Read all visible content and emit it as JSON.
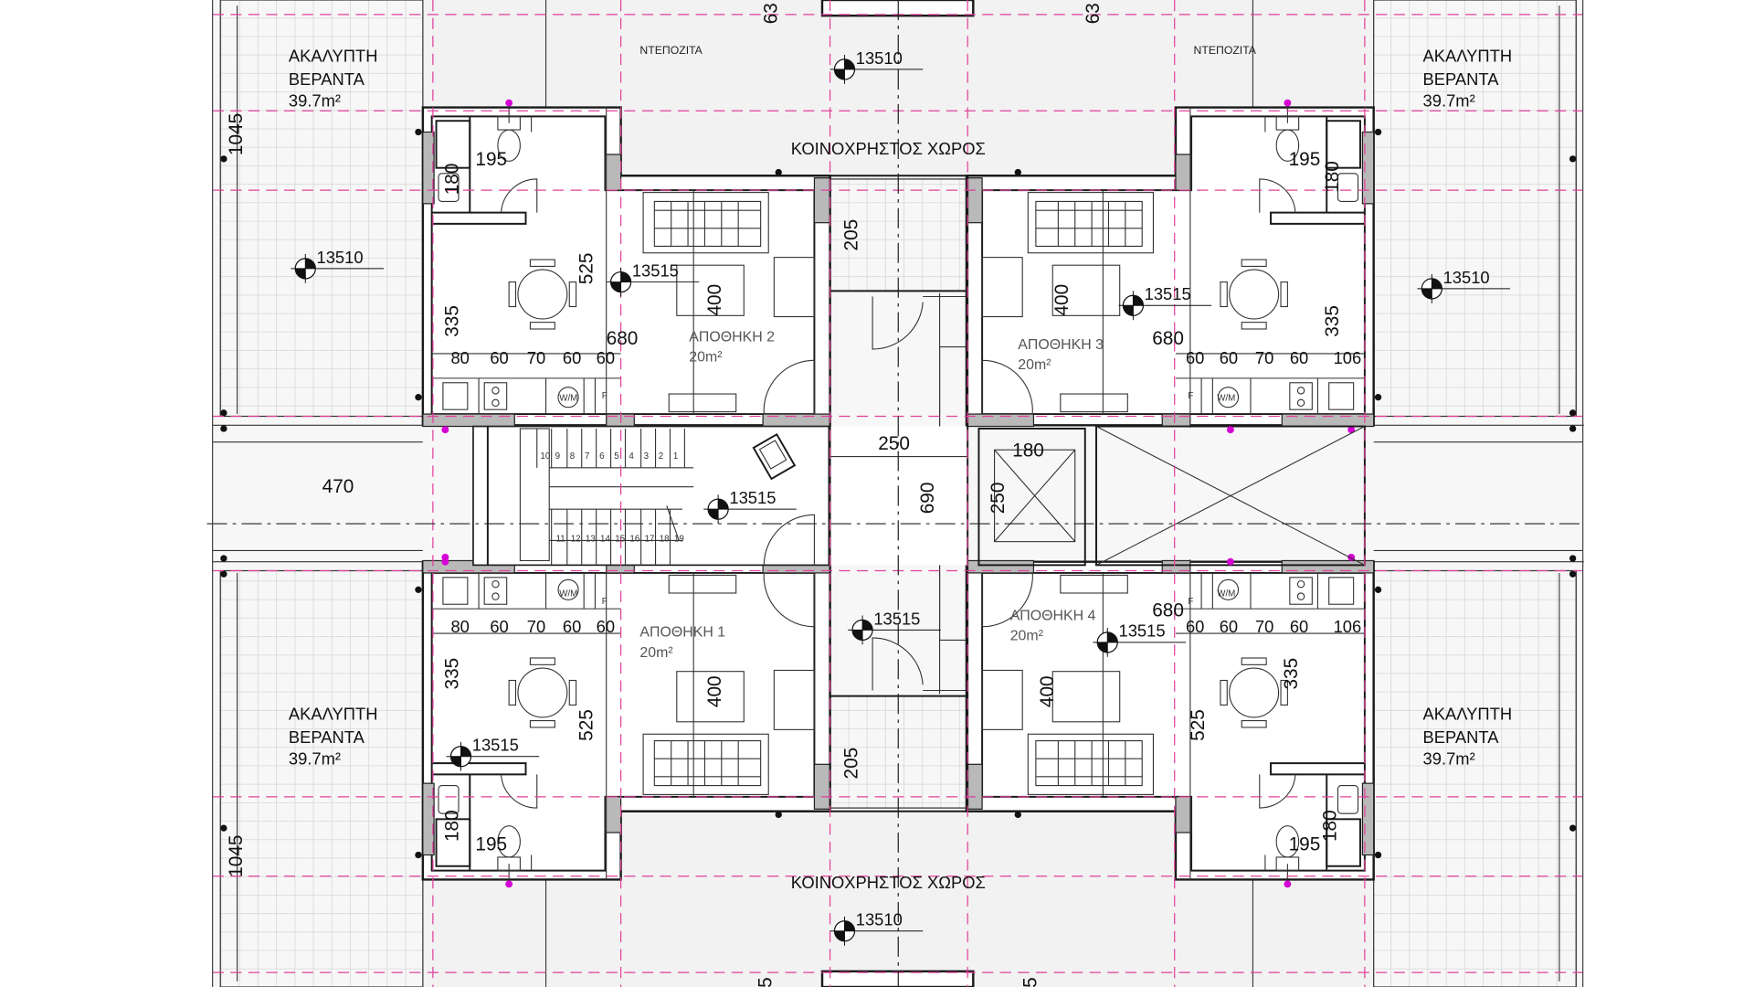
{
  "drawing": {
    "verandas": [
      {
        "title": "ΑΚΑΛΥΠΤΗ",
        "subtitle": "ΒΕΡΑΝΤΑ",
        "area": "39.7m²"
      },
      {
        "title": "ΑΚΑΛΥΠΤΗ",
        "subtitle": "ΒΕΡΑΝΤΑ",
        "area": "39.7m²"
      },
      {
        "title": "ΑΚΑΛΥΠΤΗ",
        "subtitle": "ΒΕΡΑΝΤΑ",
        "area": "39.7m²"
      },
      {
        "title": "ΑΚΑΛΥΠΤΗ",
        "subtitle": "ΒΕΡΑΝΤΑ",
        "area": "39.7m²"
      }
    ],
    "deposits": [
      "ΝΤΕΠΟΖΙΤΑ",
      "ΝΤΕΠΟΖΙΤΑ"
    ],
    "common_areas": [
      "ΚΟΙΝΟΧΡΗΣΤΟΣ ΧΩΡΟΣ",
      "ΚΟΙΝΟΧΡΗΣΤΟΣ ΧΩΡΟΣ"
    ],
    "storages": [
      {
        "name": "ΑΠΟΘΗΚΗ 2",
        "area": "20m²"
      },
      {
        "name": "ΑΠΟΘΗΚΗ 3",
        "area": "20m²"
      },
      {
        "name": "ΑΠΟΘΗΚΗ 1",
        "area": "20m²"
      },
      {
        "name": "ΑΠΟΘΗΚΗ 4",
        "area": "20m²"
      }
    ],
    "levels": [
      "13510",
      "13510",
      "13510",
      "13510",
      "13515",
      "13515",
      "13515",
      "13515",
      "13515",
      "13515"
    ],
    "dimensions": [
      "63",
      "63",
      "1045",
      "1045",
      "195",
      "180",
      "525",
      "335",
      "400",
      "680",
      "80",
      "60",
      "70",
      "60",
      "60",
      "205",
      "250",
      "690",
      "180",
      "250",
      "470",
      "195",
      "180",
      "400",
      "680",
      "335",
      "60",
      "60",
      "70",
      "60",
      "106",
      "80",
      "60",
      "70",
      "60",
      "60",
      "335",
      "525",
      "400",
      "205",
      "180",
      "195",
      "680",
      "60",
      "60",
      "70",
      "60",
      "106",
      "335",
      "525",
      "400",
      "180",
      "195",
      "5",
      "5"
    ],
    "stairs": {
      "upper": [
        "10",
        "9",
        "8",
        "7",
        "6",
        "5",
        "4",
        "3",
        "2",
        "1"
      ],
      "lower": [
        "11",
        "12",
        "13",
        "14",
        "15",
        "16",
        "17",
        "18",
        "19"
      ]
    },
    "appliances": {
      "washer": "W/M",
      "fridge": "F"
    },
    "colors": {
      "gridline": "#d6d6d6",
      "axis_pink": "#e0409a",
      "column": "#b9b9b9"
    }
  }
}
